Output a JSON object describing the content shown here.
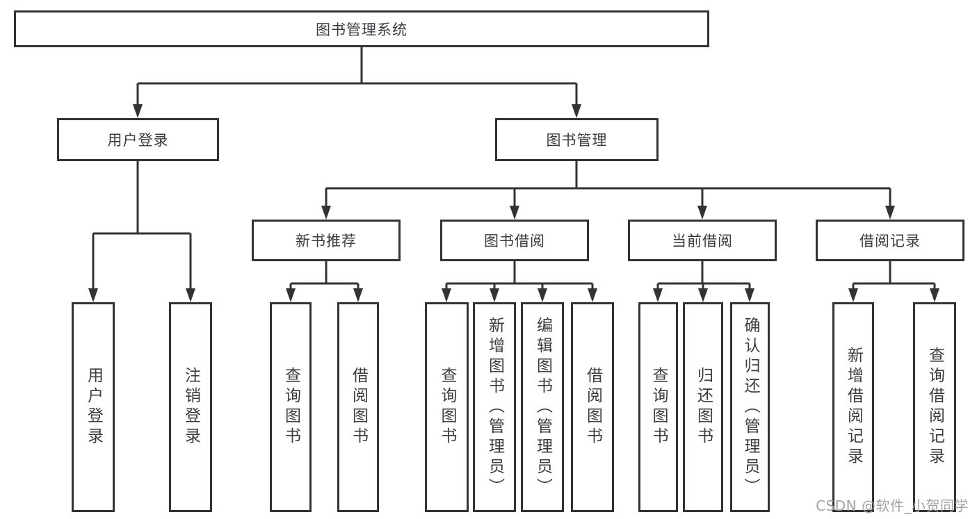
{
  "diagram": {
    "type": "tree",
    "title": "图书管理系统",
    "nodes": {
      "root": {
        "label": "图书管理系统",
        "children": [
          "user_login",
          "book_management"
        ]
      },
      "user_login": {
        "label": "用户登录",
        "children": [
          "leaf_user_login",
          "leaf_logout"
        ]
      },
      "book_management": {
        "label": "图书管理",
        "children": [
          "new_book_recommend",
          "book_borrowing",
          "current_borrowing",
          "borrowing_records"
        ]
      },
      "new_book_recommend": {
        "label": "新书推荐",
        "children": [
          "leaf_query_books_1",
          "leaf_borrow_books_1"
        ]
      },
      "book_borrowing": {
        "label": "图书借阅",
        "children": [
          "leaf_query_books_2",
          "leaf_add_book",
          "leaf_edit_book",
          "leaf_borrow_books_2"
        ]
      },
      "current_borrowing": {
        "label": "当前借阅",
        "children": [
          "leaf_query_books_3",
          "leaf_return_book",
          "leaf_confirm_return"
        ]
      },
      "borrowing_records": {
        "label": "借阅记录",
        "children": [
          "leaf_add_borrow_record",
          "leaf_query_borrow_record"
        ]
      },
      "leaf_user_login": {
        "label": "用户登录"
      },
      "leaf_logout": {
        "label": "注销登录"
      },
      "leaf_query_books_1": {
        "label": "查询图书"
      },
      "leaf_borrow_books_1": {
        "label": "借阅图书"
      },
      "leaf_query_books_2": {
        "label": "查询图书"
      },
      "leaf_add_book": {
        "label": "新增图书（管理员）"
      },
      "leaf_edit_book": {
        "label": "编辑图书（管理员）"
      },
      "leaf_borrow_books_2": {
        "label": "借阅图书"
      },
      "leaf_query_books_3": {
        "label": "查询图书"
      },
      "leaf_return_book": {
        "label": "归还图书"
      },
      "leaf_confirm_return": {
        "label": "确认归还（管理员）"
      },
      "leaf_add_borrow_record": {
        "label": "新增借阅记录"
      },
      "leaf_query_borrow_record": {
        "label": "查询借阅记录"
      }
    }
  },
  "watermark": {
    "text": "CSDN @软件_小贺同学"
  },
  "colors": {
    "line": "#333333",
    "box_border": "#333333",
    "text": "#3b3b40",
    "background": "#ffffff",
    "watermark": "#a3a3a3"
  }
}
